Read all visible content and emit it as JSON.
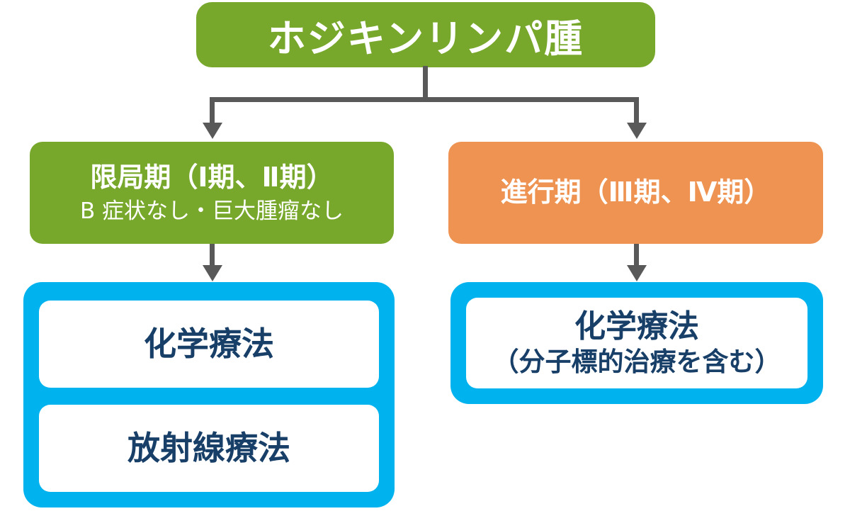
{
  "diagram_title": "ホジキンリンパ腫",
  "colors": {
    "green": "#78a82b",
    "orange": "#ee9351",
    "blue": "#00b3ee",
    "navy": "#183f68",
    "connector": "#595959",
    "white": "#ffffff"
  },
  "root_node": {
    "label": "ホジキンリンパ腫"
  },
  "branch_limited": {
    "stage_title": "限局期（Ⅰ期、Ⅱ期）",
    "stage_subtitle": "B 症状なし・巨大腫瘤なし",
    "treatments": {
      "first": "化学療法",
      "second": "放射線療法"
    }
  },
  "branch_advanced": {
    "stage_title": "進行期（Ⅲ期、Ⅳ期）",
    "treatments": {
      "first": "化学療法",
      "first_note": "（分子標的治療を含む）"
    }
  }
}
